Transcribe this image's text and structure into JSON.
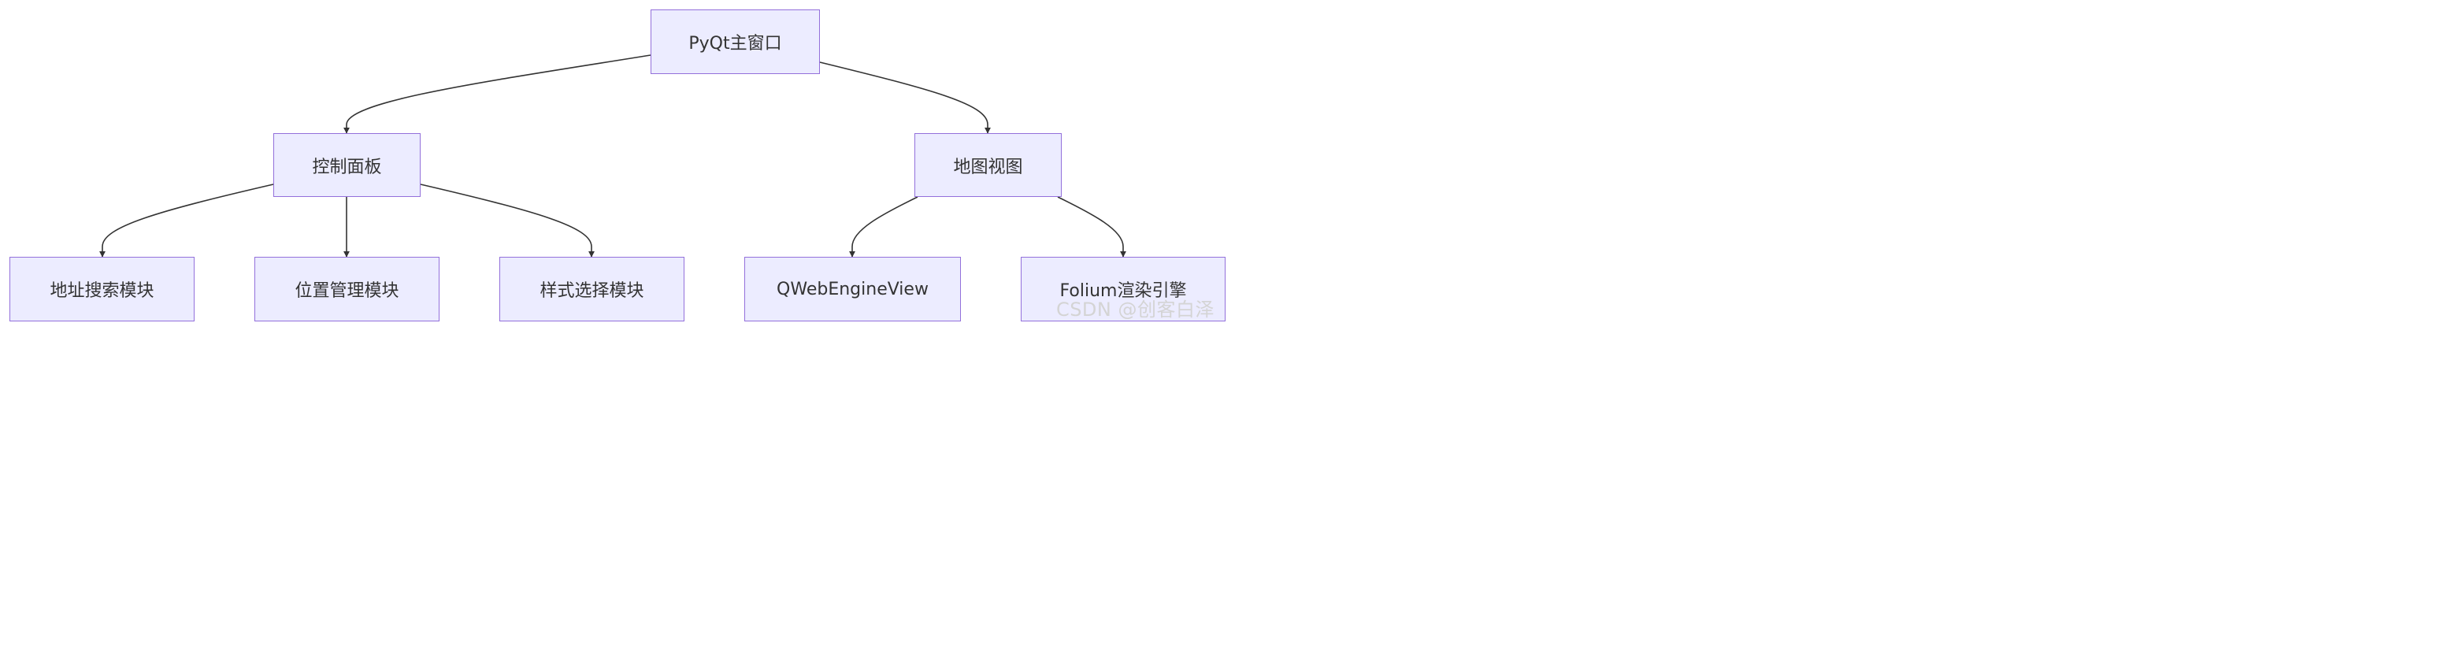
{
  "diagram": {
    "nodes": {
      "main_window": "PyQt主窗口",
      "control_panel": "控制面板",
      "map_view": "地图视图",
      "address_search": "地址搜索模块",
      "location_mgmt": "位置管理模块",
      "style_select": "样式选择模块",
      "web_engine": "QWebEngineView",
      "folium_engine": "Folium渲染引擎"
    },
    "edges": [
      {
        "from": "main_window",
        "to": "control_panel"
      },
      {
        "from": "main_window",
        "to": "map_view"
      },
      {
        "from": "control_panel",
        "to": "address_search"
      },
      {
        "from": "control_panel",
        "to": "location_mgmt"
      },
      {
        "from": "control_panel",
        "to": "style_select"
      },
      {
        "from": "map_view",
        "to": "web_engine"
      },
      {
        "from": "map_view",
        "to": "folium_engine"
      }
    ]
  },
  "colors": {
    "node_fill": "#ececff",
    "node_border": "#9370db",
    "edge": "#333333",
    "text": "#333333"
  },
  "watermark": "CSDN @创客白泽"
}
